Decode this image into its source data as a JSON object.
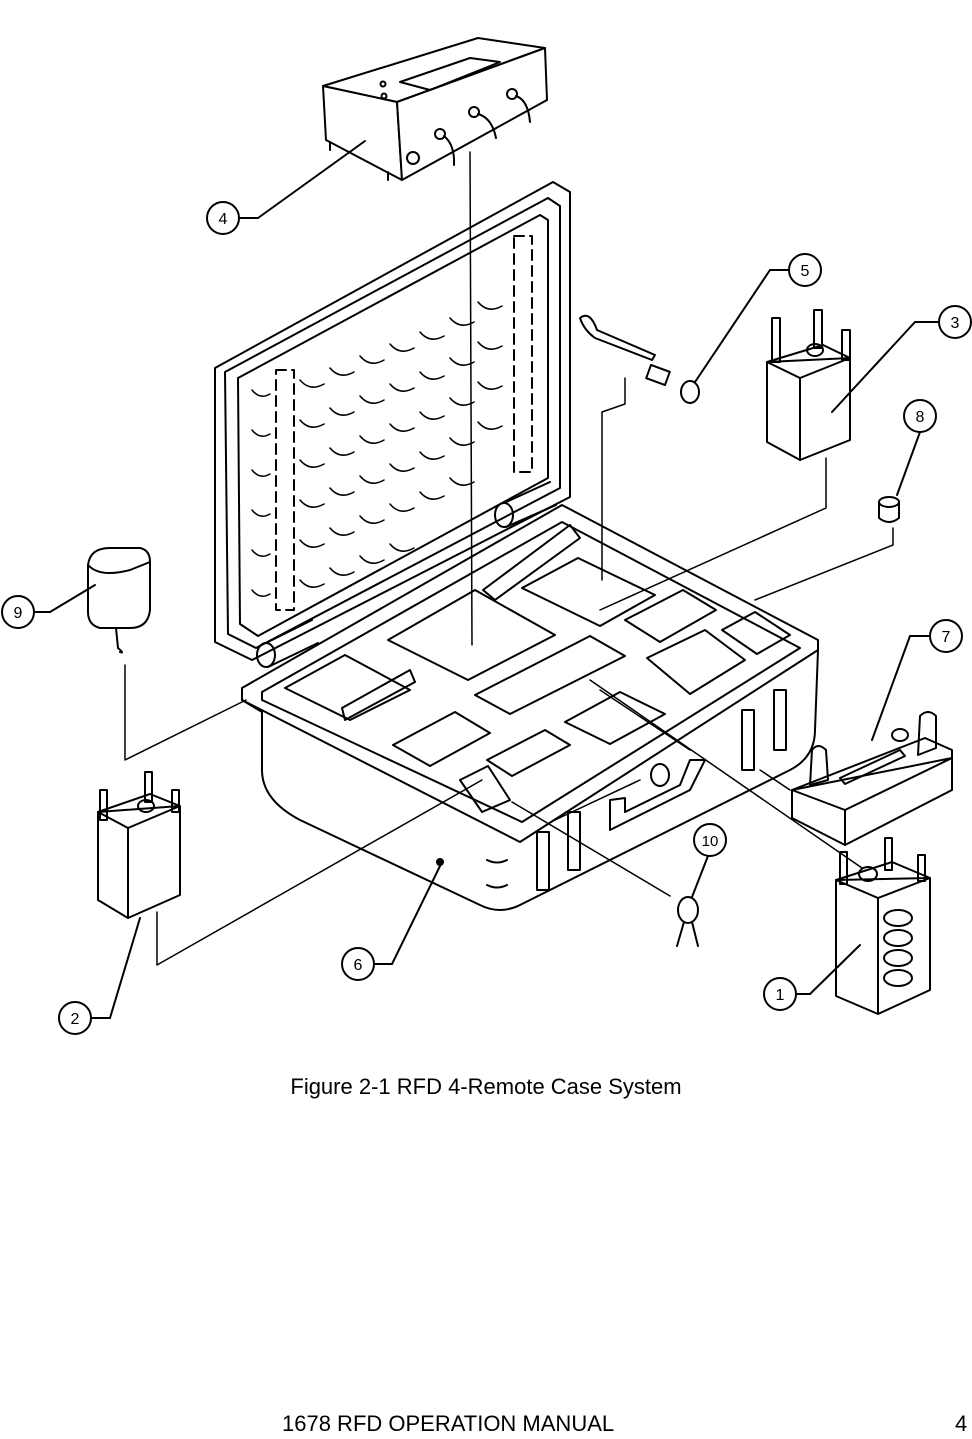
{
  "figure": {
    "callouts": [
      "1",
      "2",
      "3",
      "4",
      "5",
      "6",
      "7",
      "8",
      "9",
      "10"
    ],
    "caption": "Figure 2-1 RFD 4-Remote Case System"
  },
  "footer": {
    "title": "1678 RFD OPERATION MANUAL",
    "page_number": "4"
  }
}
